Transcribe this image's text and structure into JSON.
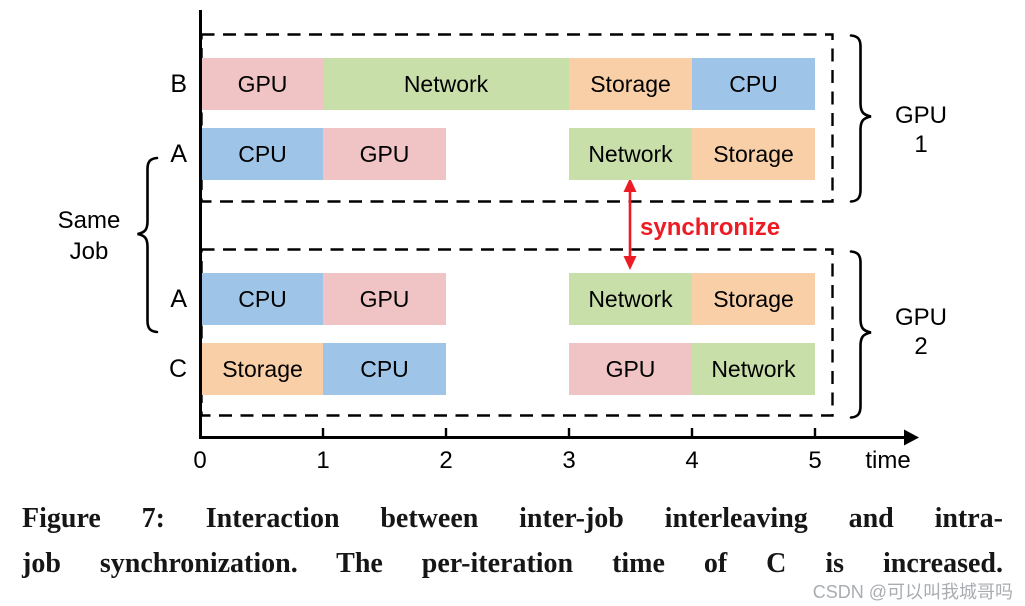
{
  "chart_data": {
    "type": "gantt",
    "xlabel": "time",
    "xlim": [
      0,
      5
    ],
    "xticks": [
      "0",
      "1",
      "2",
      "3",
      "4",
      "5"
    ],
    "grid": false,
    "resource_colors": {
      "GPU": "#f0c3c4",
      "Network": "#c9dfaa",
      "Storage": "#f8cfa7",
      "CPU": "#9ec5e8"
    },
    "rows": [
      {
        "job": "B",
        "gpu_group": "GPU 1",
        "segments": [
          {
            "task": "GPU",
            "start": 0,
            "end": 1
          },
          {
            "task": "Network",
            "start": 1,
            "end": 3
          },
          {
            "task": "Storage",
            "start": 3,
            "end": 4
          },
          {
            "task": "CPU",
            "start": 4,
            "end": 5
          }
        ]
      },
      {
        "job": "A",
        "gpu_group": "GPU 1",
        "segments": [
          {
            "task": "CPU",
            "start": 0,
            "end": 1
          },
          {
            "task": "GPU",
            "start": 1,
            "end": 2
          },
          {
            "task": "Network",
            "start": 3,
            "end": 4
          },
          {
            "task": "Storage",
            "start": 4,
            "end": 5
          }
        ]
      },
      {
        "job": "A",
        "gpu_group": "GPU 2",
        "segments": [
          {
            "task": "CPU",
            "start": 0,
            "end": 1
          },
          {
            "task": "GPU",
            "start": 1,
            "end": 2
          },
          {
            "task": "Network",
            "start": 3,
            "end": 4
          },
          {
            "task": "Storage",
            "start": 4,
            "end": 5
          }
        ]
      },
      {
        "job": "C",
        "gpu_group": "GPU 2",
        "segments": [
          {
            "task": "Storage",
            "start": 0,
            "end": 1
          },
          {
            "task": "CPU",
            "start": 1,
            "end": 2
          },
          {
            "task": "GPU",
            "start": 3,
            "end": 4
          },
          {
            "task": "Network",
            "start": 4,
            "end": 5
          }
        ]
      }
    ],
    "annotations": {
      "sync_label": "synchronize",
      "sync_color": "#ed1c24",
      "sync_x": 3.5,
      "same_job_label": [
        "Same",
        "Job"
      ],
      "group_labels": [
        [
          "GPU",
          "1"
        ],
        [
          "GPU",
          "2"
        ]
      ]
    }
  },
  "caption": {
    "line1": "Figure 7: Interaction between inter-job interleaving and intra-",
    "line2": "job synchronization. The per-iteration time of C is increased."
  },
  "watermark": "CSDN @可以叫我城哥吗"
}
